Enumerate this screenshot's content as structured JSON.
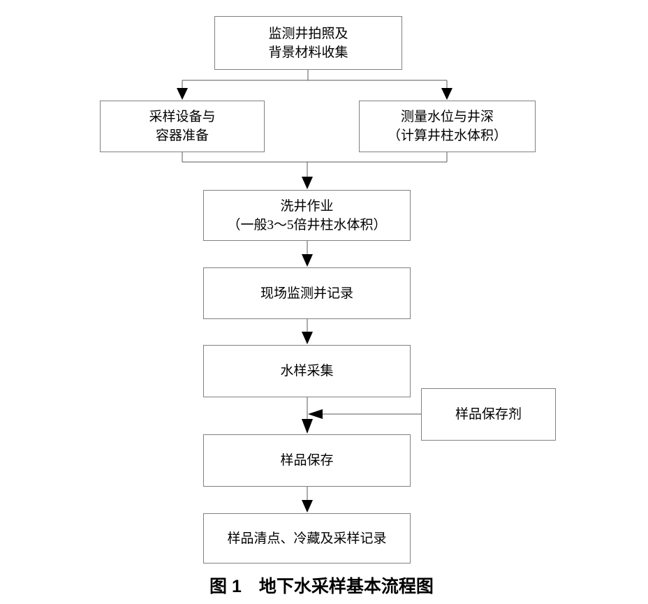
{
  "flowchart": {
    "title_caption": "图 1　地下水采样基本流程图",
    "colors": {
      "background": "#ffffff",
      "box_border": "#808080",
      "connector_line": "#595959",
      "arrowhead": "#000000",
      "text": "#000000"
    },
    "nodes": [
      {
        "id": "well-photo-and-background",
        "label": "监测井拍照及\n背景材料收集"
      },
      {
        "id": "sampling-equipment-prep",
        "label": "采样设备与\n容器准备"
      },
      {
        "id": "measure-water-level-depth",
        "label": "测量水位与井深\n（计算井柱水体积）"
      },
      {
        "id": "well-washing",
        "label": "洗井作业\n（一般3～5倍井柱水体积）"
      },
      {
        "id": "site-monitoring-recording",
        "label": "现场监测并记录"
      },
      {
        "id": "water-sample-collection",
        "label": "水样采集"
      },
      {
        "id": "sample-preservative",
        "label": "样品保存剂"
      },
      {
        "id": "sample-preservation",
        "label": "样品保存"
      },
      {
        "id": "sample-inventory-cooling-record",
        "label": "样品清点、冷藏及采样记录"
      }
    ],
    "edges": [
      {
        "from": "well-photo-and-background",
        "to": "sampling-equipment-prep"
      },
      {
        "from": "well-photo-and-background",
        "to": "measure-water-level-depth"
      },
      {
        "from": "sampling-equipment-prep",
        "to": "well-washing"
      },
      {
        "from": "measure-water-level-depth",
        "to": "well-washing"
      },
      {
        "from": "well-washing",
        "to": "site-monitoring-recording"
      },
      {
        "from": "site-monitoring-recording",
        "to": "water-sample-collection"
      },
      {
        "from": "water-sample-collection",
        "to": "sample-preservation"
      },
      {
        "from": "sample-preservative",
        "to": "sample-preservation"
      },
      {
        "from": "sample-preservation",
        "to": "sample-inventory-cooling-record"
      }
    ]
  }
}
